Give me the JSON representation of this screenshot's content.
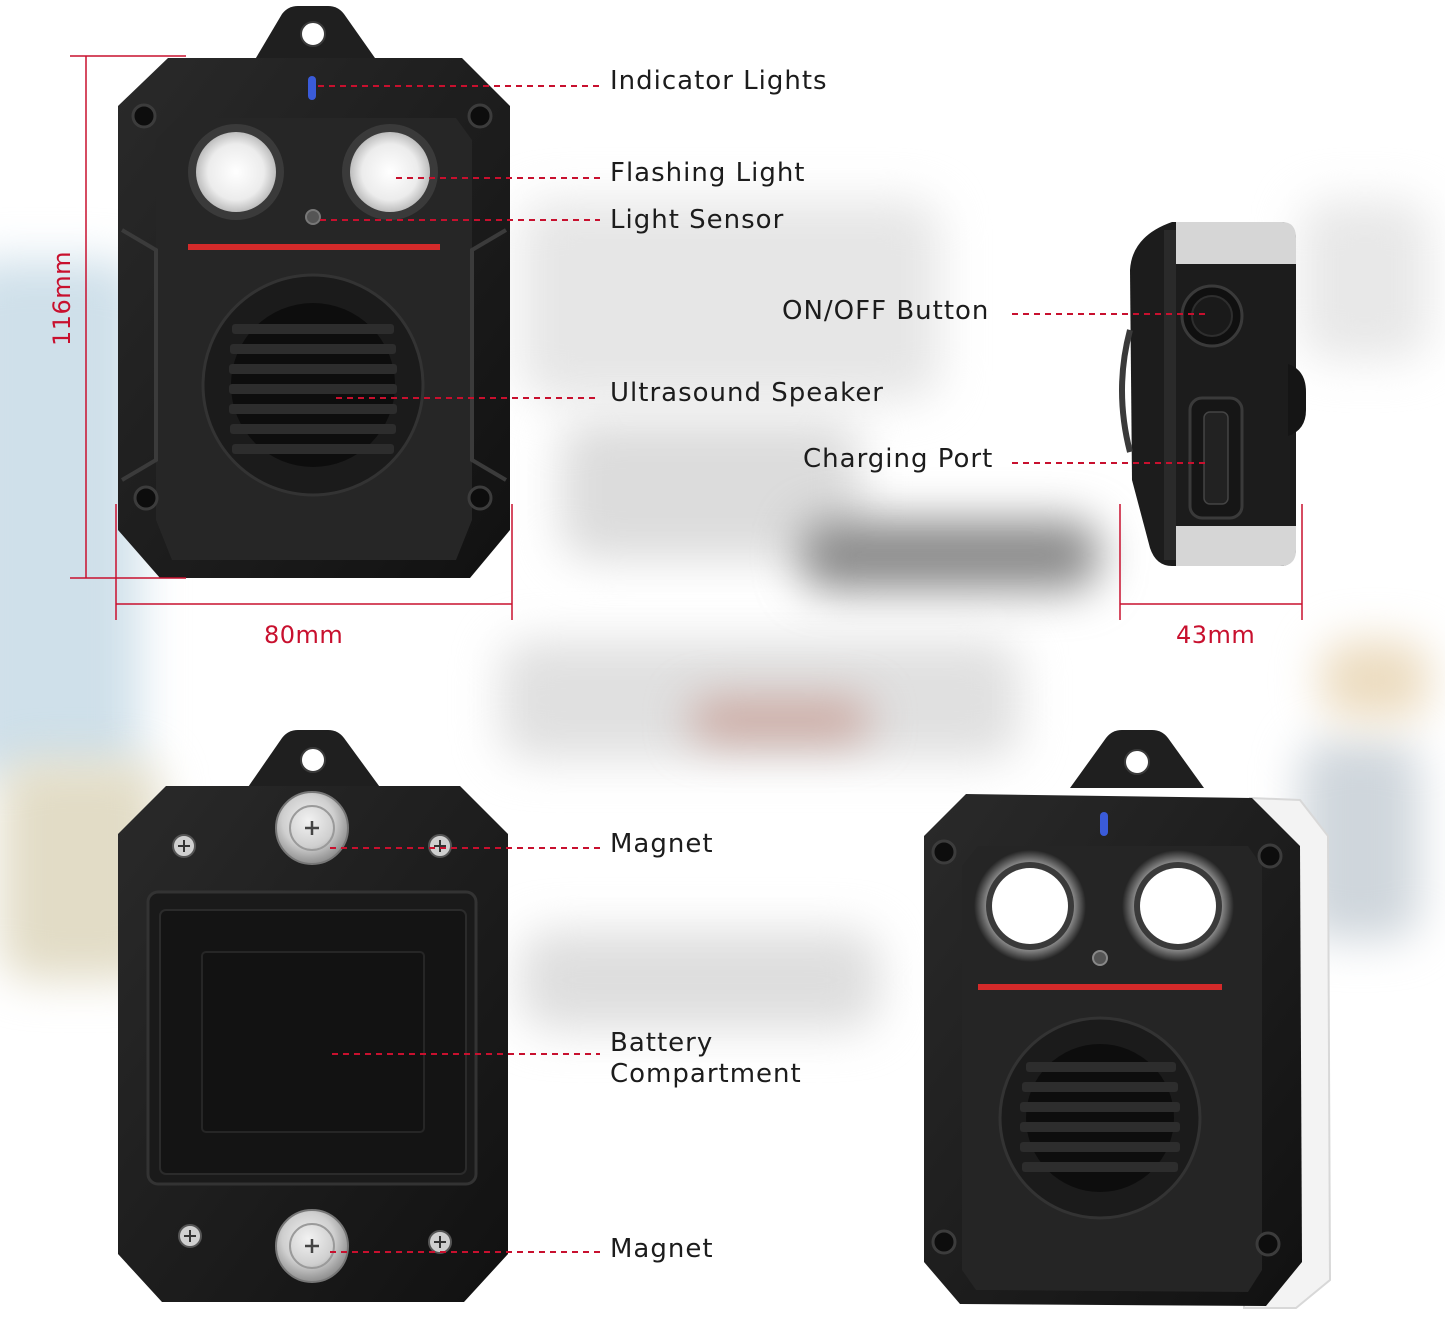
{
  "colors": {
    "accent_red": "#c8102e",
    "device_body": "#1e1e1e",
    "device_light": "#f4f4f4",
    "indicator_blue": "#3a5bd9"
  },
  "dimensions": {
    "height": "116mm",
    "width": "80mm",
    "depth": "43mm"
  },
  "front_view": {
    "labels": {
      "indicator_lights": "Indicator Lights",
      "flashing_light": "Flashing Light",
      "light_sensor": "Light Sensor",
      "ultrasound_speaker": "Ultrasound Speaker"
    }
  },
  "side_view": {
    "labels": {
      "on_off_button": "ON/OFF Button",
      "charging_port": "Charging Port"
    }
  },
  "back_view": {
    "labels": {
      "magnet_top": "Magnet",
      "battery_line1": "Battery",
      "battery_line2": "Compartment",
      "magnet_bottom": "Magnet"
    }
  },
  "angled_view": {
    "icons": [
      "hanging-hook-icon",
      "led-light-icon",
      "speaker-grille-icon",
      "screw-icon"
    ]
  }
}
